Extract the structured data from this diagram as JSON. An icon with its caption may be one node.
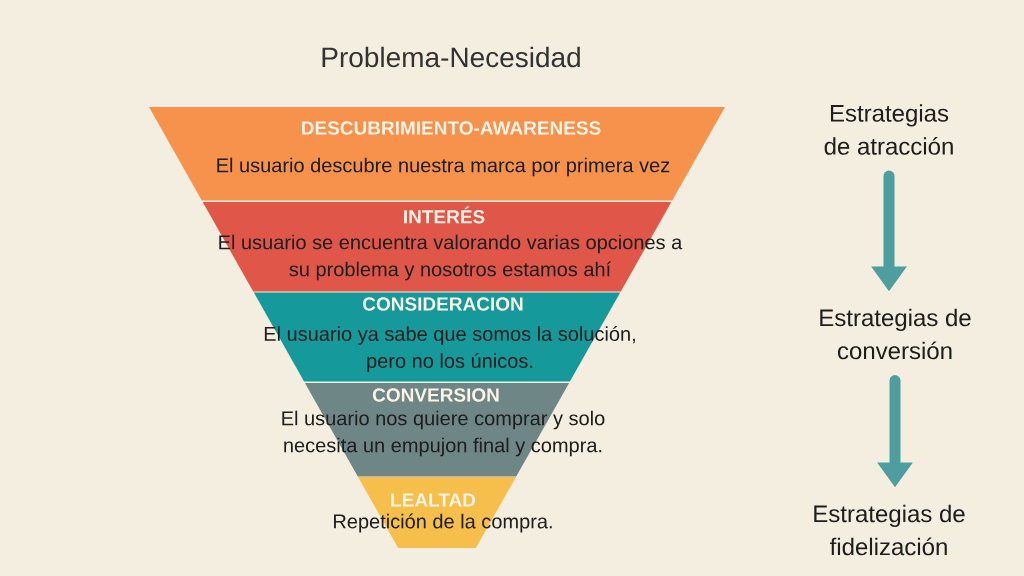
{
  "diagram": {
    "title": "Problema-Necesidad",
    "nodes": [
      {
        "text": [
          "DESCUBRIMIENTO-AWARENESS",
          "El usuario descubre nuestra marca por primera vez"
        ]
      },
      {
        "text": [
          "INTERÉS",
          "El usuario se encuentra valorando varias opciones a su problema y nosotros estamos ahí"
        ]
      },
      {
        "text": [
          "CONSIDERACION",
          "El usuario ya sabe que somos la solución, pero no los únicos."
        ]
      },
      {
        "text": [
          "CONVERSION",
          "El usuario nos quiere comprar y solo necesita un empujon final y compra."
        ]
      },
      {
        "text": [
          "LEALTAD",
          "Repetición de la compra."
        ]
      },
      {
        "text": [
          "Estrategias de atracción"
        ]
      },
      {
        "text": [
          "Estrategias de conversión"
        ]
      },
      {
        "text": [
          "Estrategias de fidelización"
        ]
      }
    ],
    "edges": [
      {
        "from": 5,
        "to": 6,
        "arrow": "to"
      },
      {
        "from": 6,
        "to": 7,
        "arrow": "to"
      }
    ]
  }
}
